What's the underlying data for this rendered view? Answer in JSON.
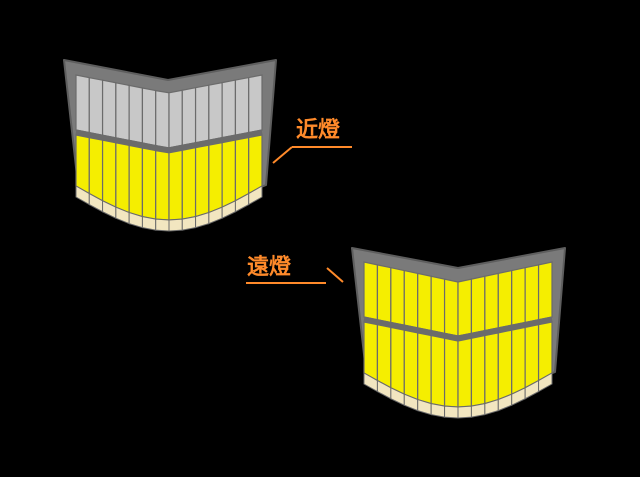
{
  "colors": {
    "background": "#000000",
    "housing": "#7a7a7a",
    "housing_edge": "#5e5e5e",
    "segment_off": "#c8c8c8",
    "segment_on": "#f5ee00",
    "bottom_strip": "#f2e6c0",
    "divider": "#6b6b6b",
    "label": "#ff8a2a"
  },
  "lamps": [
    {
      "label": "近燈",
      "mode": "low-beam",
      "upper_segments_lit": false,
      "lower_segments_lit": true
    },
    {
      "label": "遠燈",
      "mode": "high-beam",
      "upper_segments_lit": true,
      "lower_segments_lit": true
    }
  ]
}
